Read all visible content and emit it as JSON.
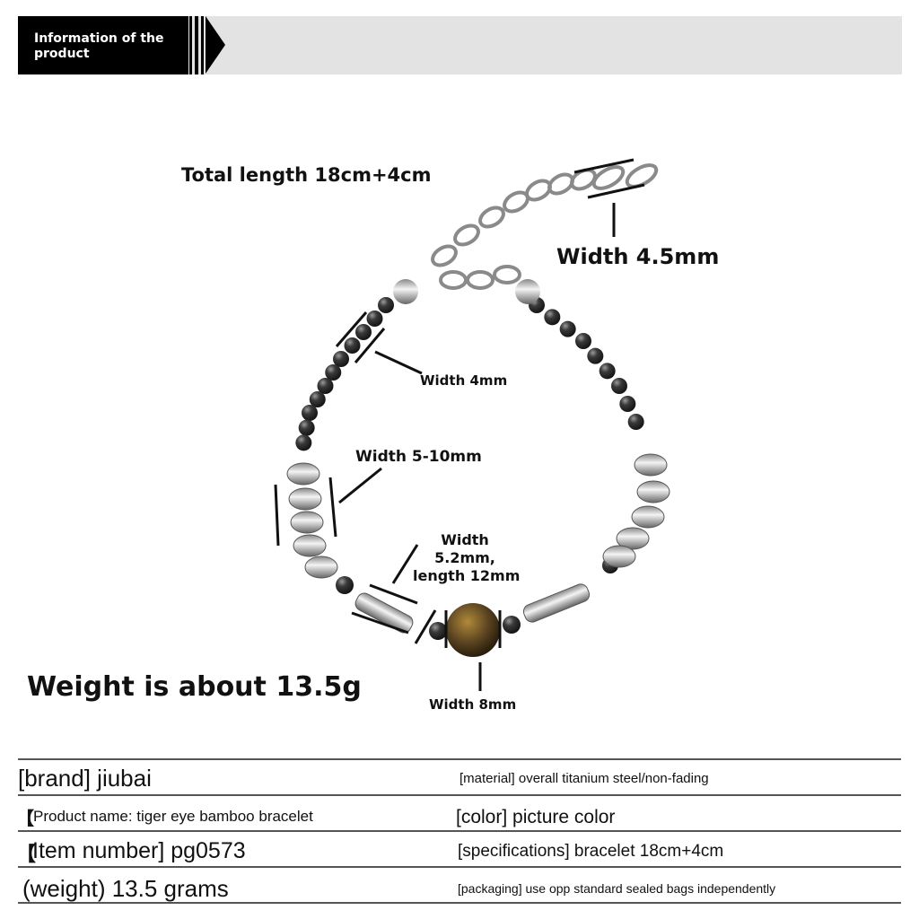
{
  "header": {
    "title": "Information of the product"
  },
  "annotations": {
    "total_length": "Total length 18cm+4cm",
    "chain_width": "Width 4.5mm",
    "bead_width": "Width 4mm",
    "nugget_width": "Width 5-10mm",
    "bamboo_line1": "Width",
    "bamboo_line2": "5.2mm,",
    "bamboo_line3": "length 12mm",
    "tiger_eye_width": "Width 8mm",
    "weight": "Weight is about 13.5g"
  },
  "specs": {
    "brand": "[brand] jiubai",
    "material": "[material] overall titanium steel/non-fading",
    "product_name_bracket": "【",
    "product_name": "Product name: tiger eye bamboo bracelet",
    "color": "[color] picture color",
    "item_bracket": "【",
    "item_number": " Item number] pg0573",
    "specifications": "[specifications] bracelet 18cm+4cm",
    "weight": "(weight) 13.5 grams",
    "packaging": "[packaging] use opp standard sealed bags independently"
  }
}
